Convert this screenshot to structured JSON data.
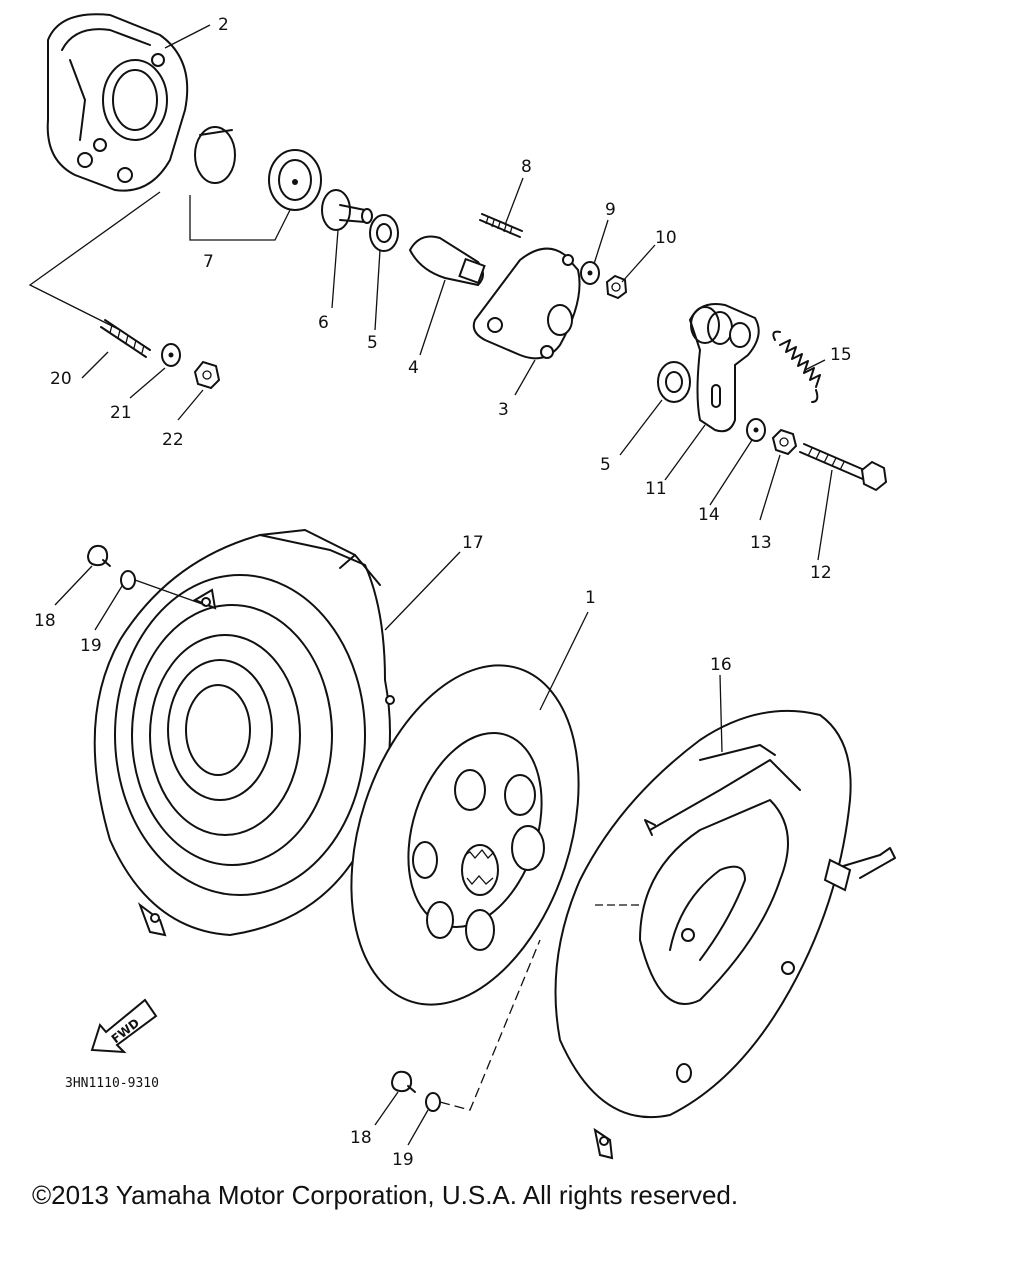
{
  "callouts": {
    "c1": "1",
    "c2": "2",
    "c3": "3",
    "c4": "4",
    "c5a": "5",
    "c5b": "5",
    "c6": "6",
    "c7": "7",
    "c8": "8",
    "c9": "9",
    "c10": "10",
    "c11": "11",
    "c12": "12",
    "c13": "13",
    "c14": "14",
    "c15": "15",
    "c16": "16",
    "c17": "17",
    "c18a": "18",
    "c18b": "18",
    "c19a": "19",
    "c19b": "19",
    "c20": "20",
    "c21": "21",
    "c22": "22"
  },
  "fwd_label": "FWD",
  "part_code": "3HN1110-9310",
  "copyright": "©2013 Yamaha Motor Corporation, U.S.A. All rights reserved.",
  "colors": {
    "ink": "#111111",
    "background": "#ffffff"
  }
}
